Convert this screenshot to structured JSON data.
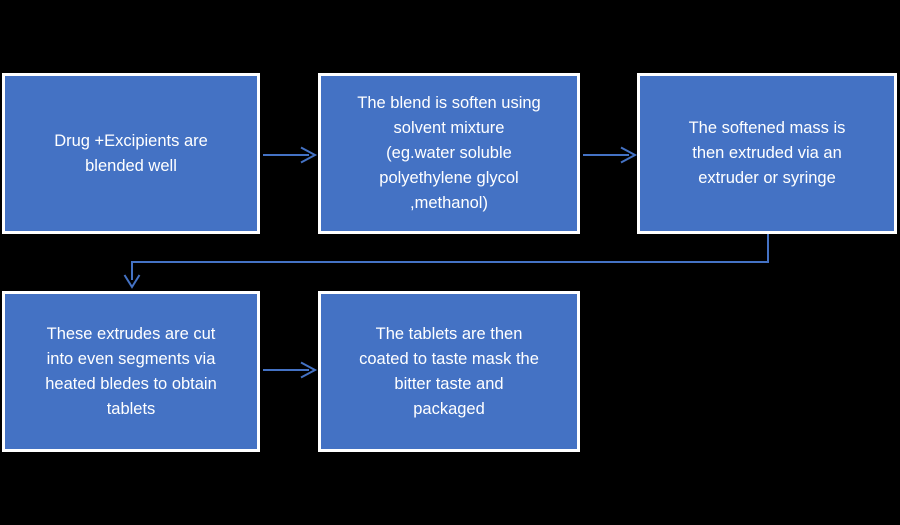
{
  "diagram": {
    "type": "flowchart",
    "description": "Tablet manufacturing process flow (melt extrusion), five steps on black background",
    "boxes": [
      {
        "id": "step-1",
        "text": "Drug +Excipients are\nblended well"
      },
      {
        "id": "step-2",
        "text": "The blend is soften using\nsolvent mixture\n(eg.water soluble\npolyethylene glycol\n,methanol)"
      },
      {
        "id": "step-3",
        "text": "The softened mass is\nthen extruded via an\nextruder or syringe"
      },
      {
        "id": "step-4",
        "text": "These extrudes are cut\ninto even segments via\nheated bledes to obtain\ntablets"
      },
      {
        "id": "step-5",
        "text": "The tablets are then\ncoated to taste mask the\nbitter taste and\npackaged"
      }
    ],
    "connections": [
      {
        "from": "step-1",
        "to": "step-2",
        "style": "straight-right-arrow"
      },
      {
        "from": "step-2",
        "to": "step-3",
        "style": "straight-right-arrow"
      },
      {
        "from": "step-3",
        "to": "step-4",
        "style": "elbow-down-left-down-arrow"
      },
      {
        "from": "step-4",
        "to": "step-5",
        "style": "straight-right-arrow"
      }
    ]
  },
  "colors": {
    "page_bg": "#000000",
    "box_fill": "#4472C4",
    "box_border": "#ffffff",
    "text_color": "#ffffff",
    "connector": "#4472C4"
  }
}
